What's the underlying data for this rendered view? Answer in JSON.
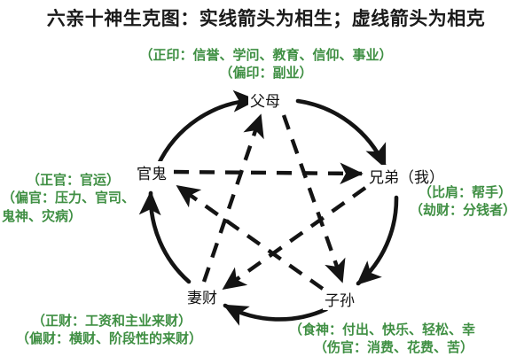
{
  "title": "六亲十神生克图：实线箭头为相生；虚线箭头为相克",
  "colors": {
    "title": "#1a1a1a",
    "annotation_green": "#3f8f43",
    "node_text": "#111111",
    "line": "#141414",
    "background": "#ffffff"
  },
  "nodes": {
    "parents": "父母",
    "officer_ghost": "官鬼",
    "brother": "兄弟（我）",
    "wife_wealth": "妻财",
    "children": "子孙"
  },
  "annotations": {
    "top": {
      "line1": "（正印：信誉、学问、教育、信仰、事业）",
      "line2": "（偏印：副业）"
    },
    "left": {
      "line1": "（正官：官运）",
      "line2": "（偏官：压力、官司、",
      "line3": "鬼神、灾病）"
    },
    "right": {
      "line1": "（比肩：帮手）",
      "line2": "（劫财：分钱者）"
    },
    "bottom_left": {
      "line1": "（正财：工资和主业来财）",
      "line2": "（偏财：横财、阶段性的来财）"
    },
    "bottom_right": {
      "line1": "（食神：付出、快乐、轻松、幸",
      "line2": "（伤官：消费、花费、苦）"
    }
  },
  "legend": {
    "solid_meaning": "实线箭头为相生",
    "dashed_meaning": "虚线箭头为相克"
  },
  "relations": {
    "generating_cycle": [
      "官鬼→父母",
      "父母→兄弟",
      "兄弟→子孙",
      "子孙→妻财",
      "妻财→官鬼"
    ],
    "controlling_cycle": [
      "官鬼→兄弟",
      "兄弟→妻财",
      "妻财→父母",
      "父母→子孙",
      "子孙→官鬼"
    ]
  }
}
